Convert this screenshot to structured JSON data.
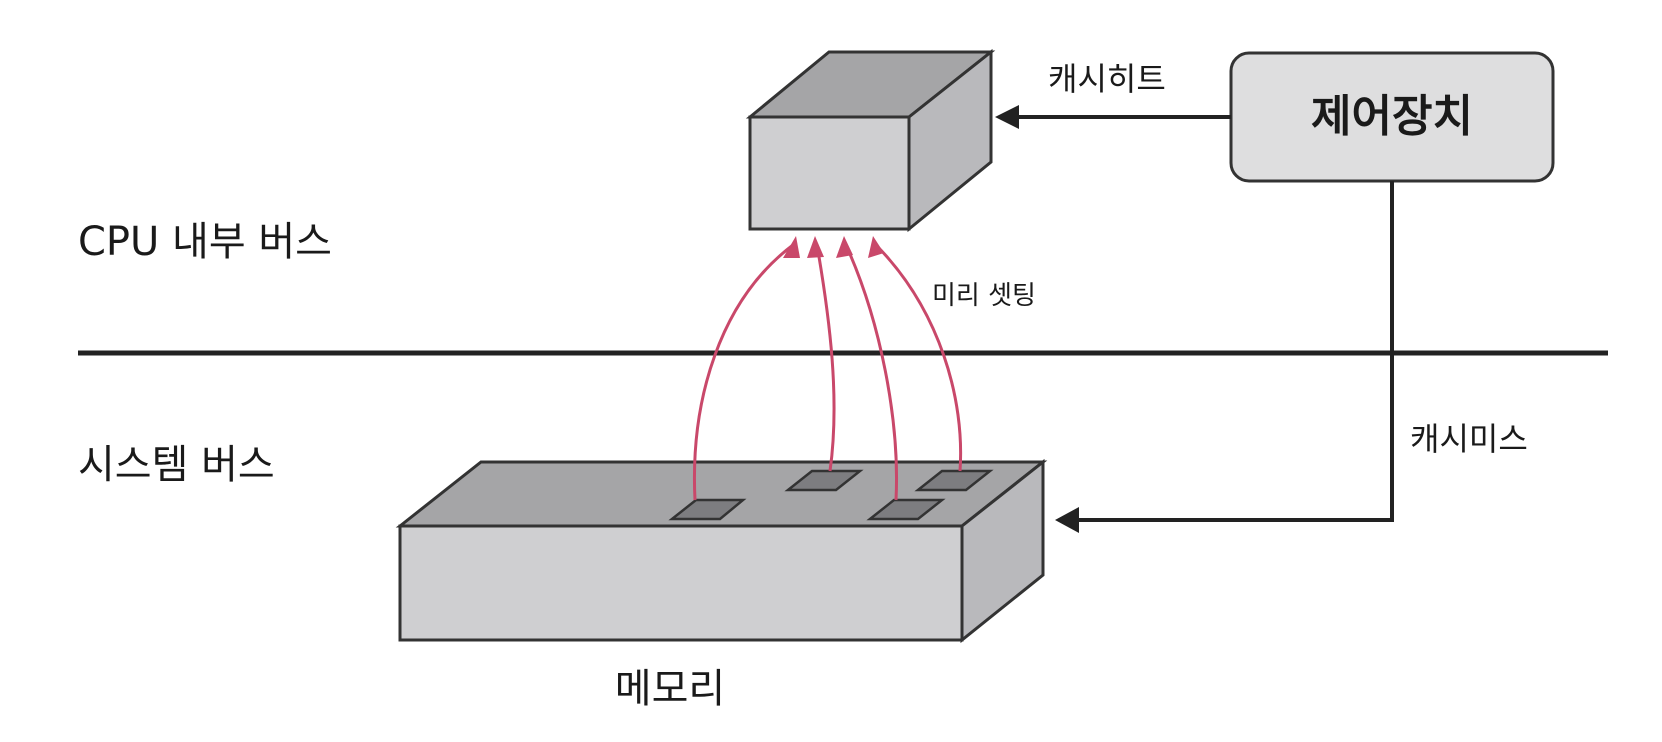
{
  "labels": {
    "cpu_bus": "CPU 내부 버스",
    "system_bus": "시스템 버스",
    "control_unit": "제어장치",
    "cache_hit": "캐시히트",
    "cache_miss": "캐시미스",
    "prefetch": "미리 셋팅",
    "memory": "메모리"
  },
  "colors": {
    "line": "#222222",
    "box_front": "#cfcfd1",
    "box_top": "#a5a5a7",
    "box_side": "#b9b9bc",
    "block": "#7d7d80",
    "arrow": "#c9486a",
    "control_fill": "#dededf"
  }
}
